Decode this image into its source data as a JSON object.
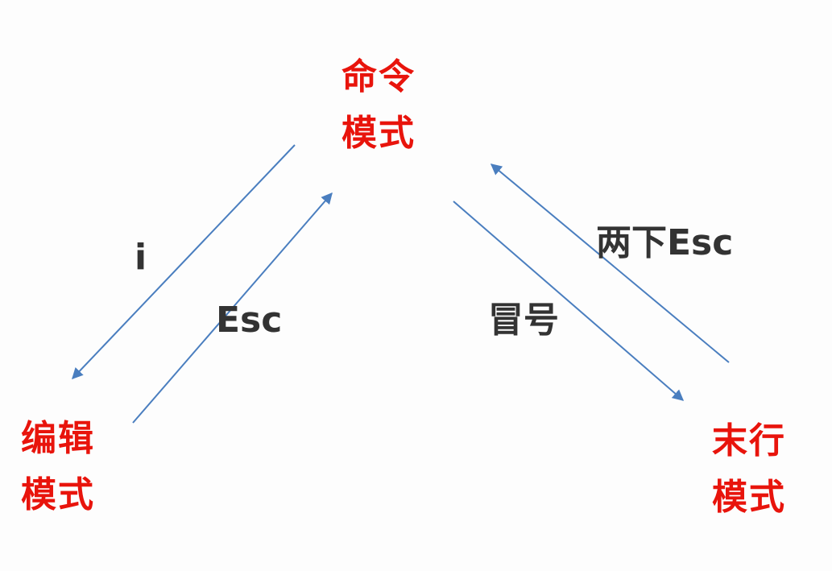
{
  "nodes": {
    "command": {
      "line1": "命令",
      "line2": "模式"
    },
    "edit": {
      "line1": "编辑",
      "line2": "模式"
    },
    "lastline": {
      "line1": "末行",
      "line2": "模式"
    }
  },
  "edges": {
    "command_to_edit": "i",
    "edit_to_command": "Esc",
    "command_to_lastline": "冒号",
    "lastline_to_command": "两下Esc"
  },
  "colors": {
    "node_text": "#e8140c",
    "edge_text": "#333333",
    "arrow": "#4a7ebf"
  }
}
